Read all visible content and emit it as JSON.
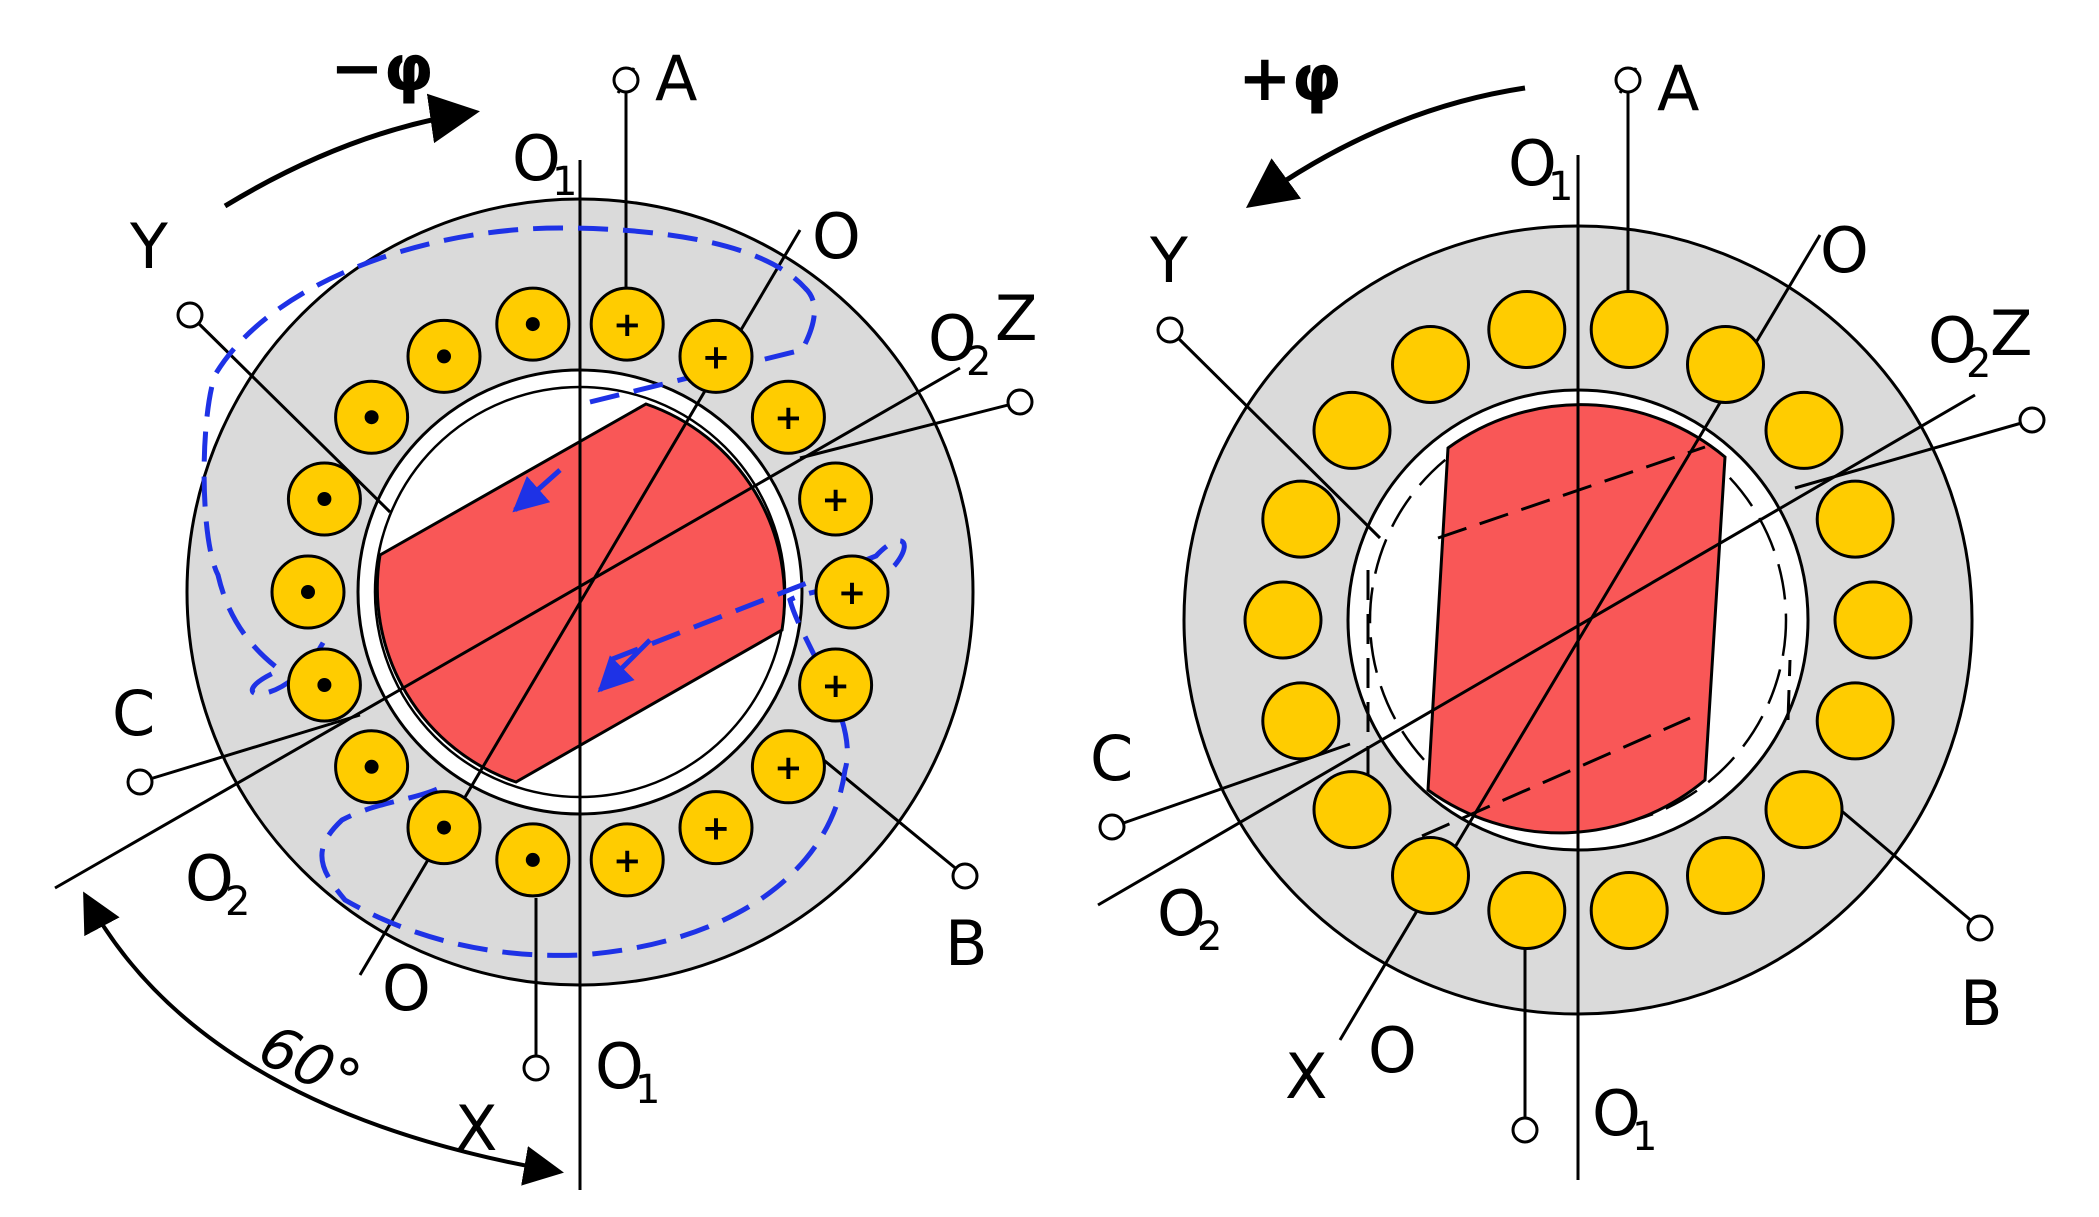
{
  "colors": {
    "stator": "#dadada",
    "rotor": "#f95757",
    "conductor": "#ffcc00",
    "flux_path": "#1e32e6",
    "line": "#000000"
  },
  "left_diagram": {
    "rotation_label": "−φ",
    "terminals": {
      "A": "A",
      "X": "X",
      "B": "B",
      "Y": "Y",
      "C": "C",
      "Z": "Z"
    },
    "axis_labels": {
      "O1_main": "O",
      "O1_sub": "1",
      "O2_main": "O",
      "O2_sub": "2",
      "O": "O"
    },
    "angle_label": "60°",
    "conductor_marks": [
      "+",
      "+",
      "+",
      "+",
      "+",
      "+",
      "+",
      "+",
      "+",
      "•",
      "•",
      "•",
      "•",
      "•",
      "•",
      "•",
      "•",
      "•"
    ]
  },
  "right_diagram": {
    "rotation_label": "+φ",
    "terminals": {
      "A": "A",
      "X": "X",
      "B": "B",
      "Y": "Y",
      "C": "C",
      "Z": "Z"
    },
    "axis_labels": {
      "O1_main": "O",
      "O1_sub": "1",
      "O2_main": "O",
      "O2_sub": "2",
      "O": "O"
    }
  }
}
